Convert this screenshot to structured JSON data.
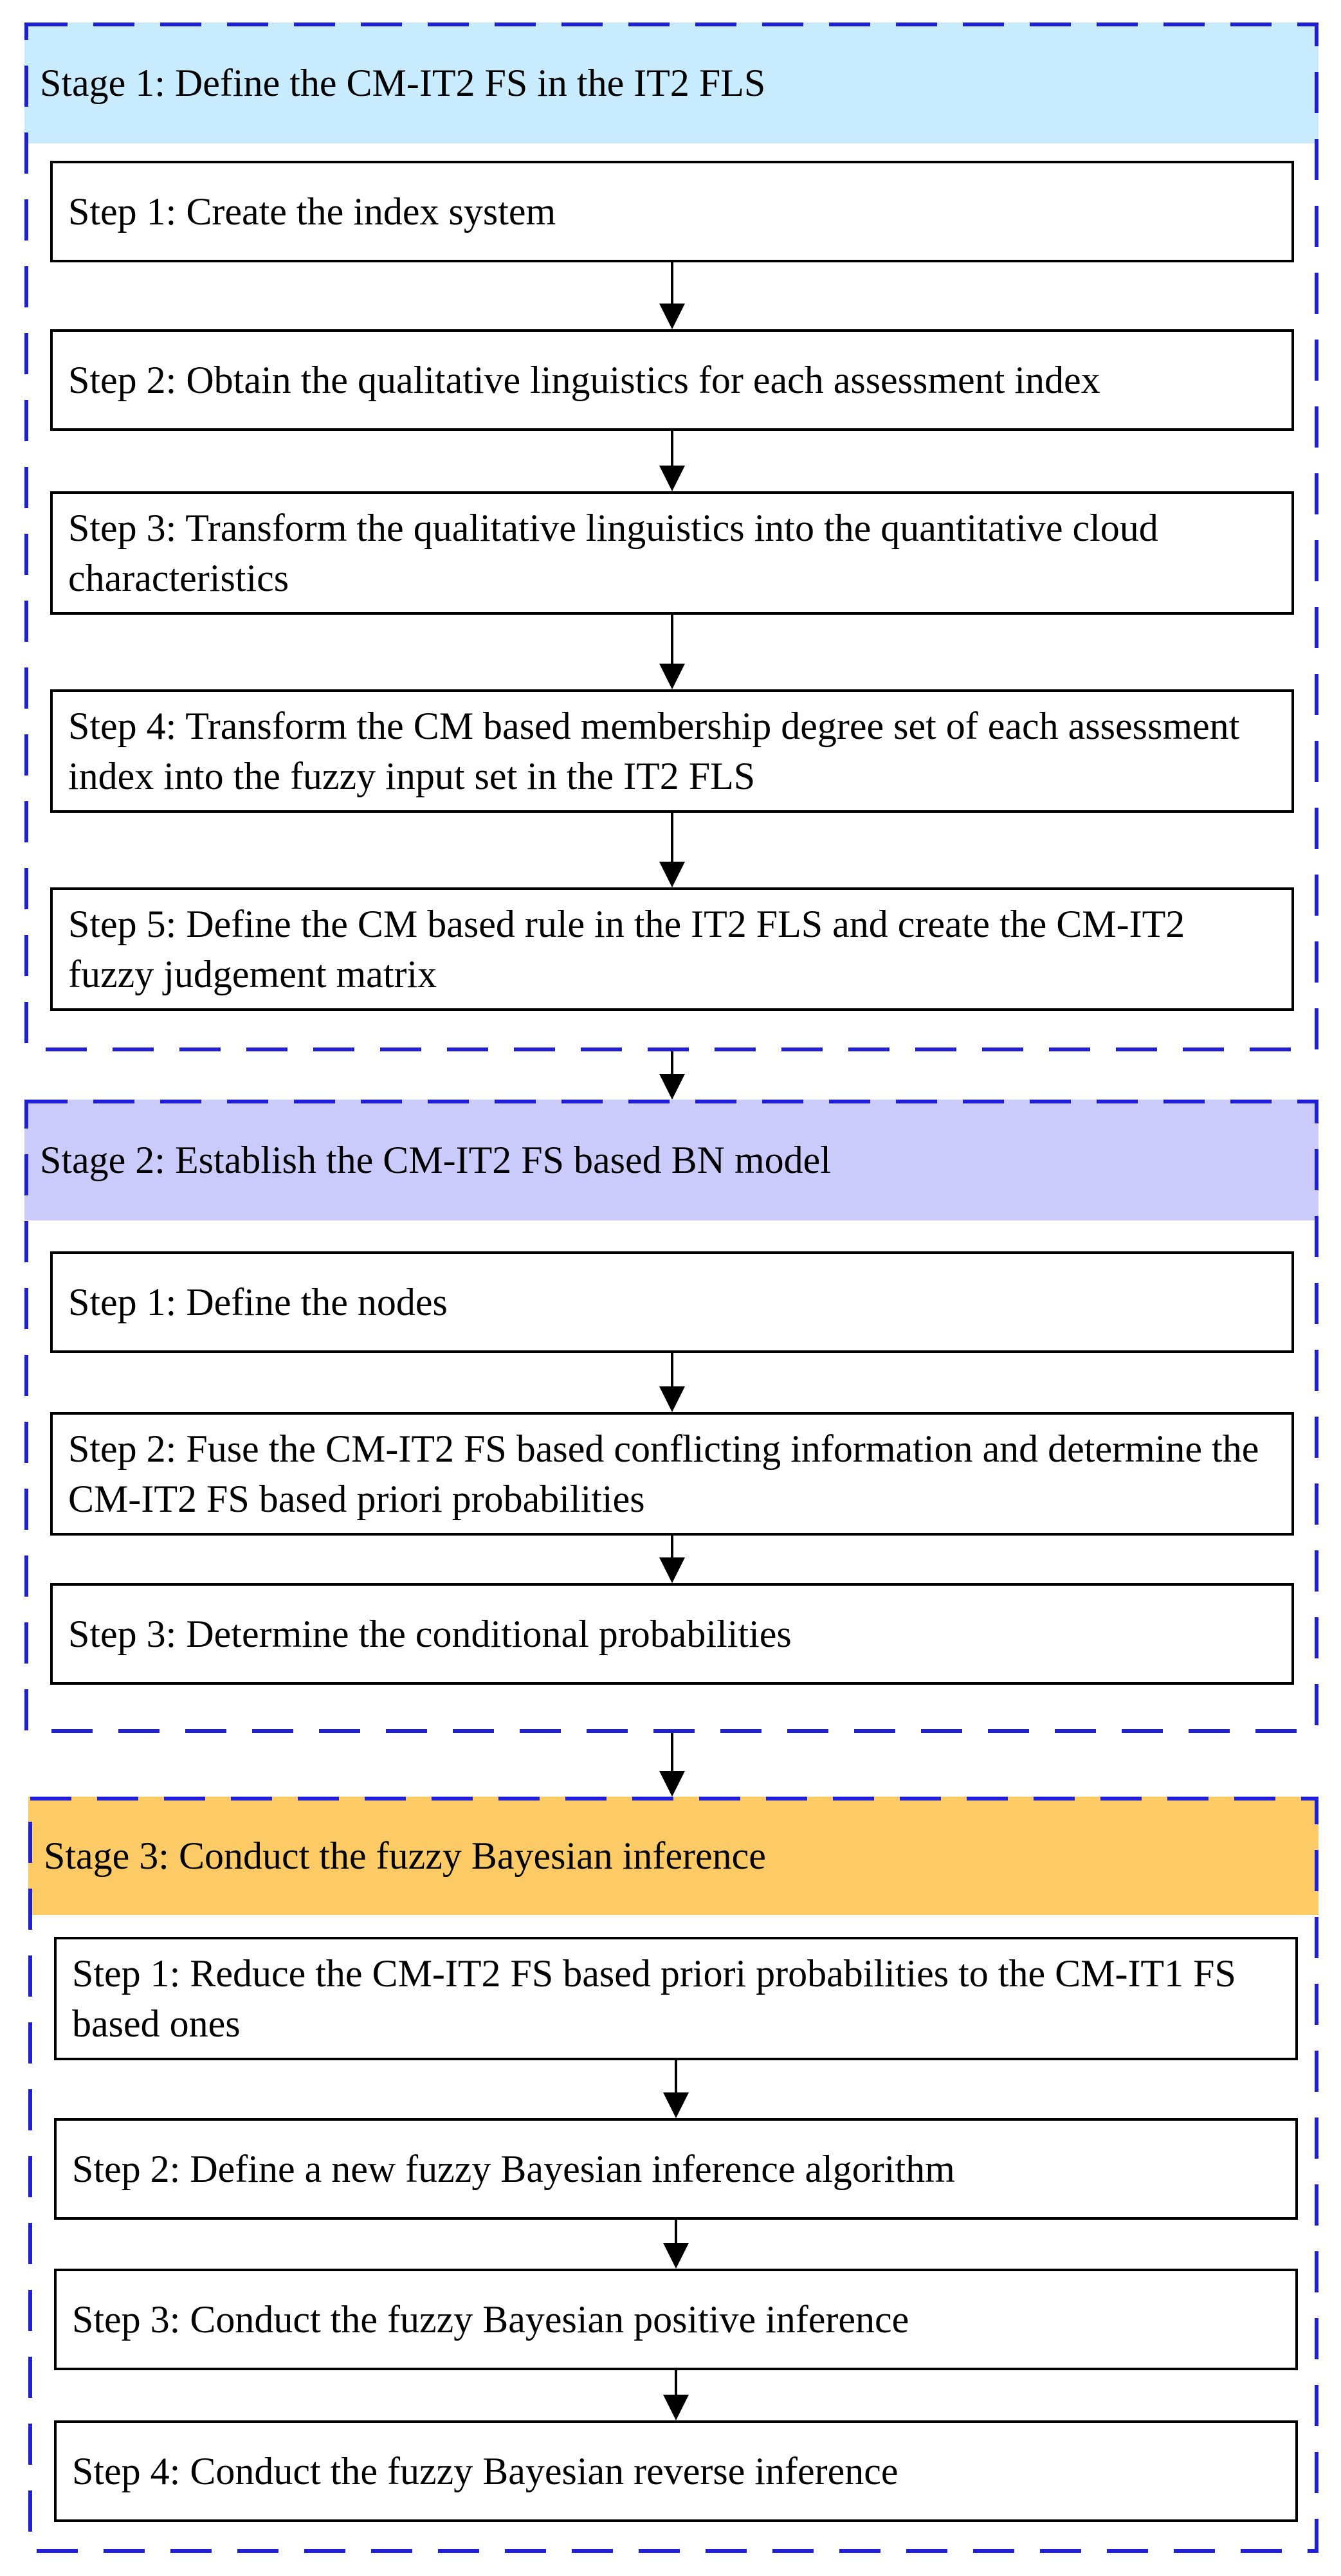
{
  "colors": {
    "dash_border": "#1f1fd6",
    "stage1_header": "#c8ecfd",
    "stage2_header": "#cbcbfb",
    "stage3_header": "#fdcb66",
    "step_border": "#000000"
  },
  "stages": [
    {
      "title": "Stage 1: Define the CM-IT2 FS in the IT2 FLS",
      "steps": [
        "Step 1: Create the index system",
        "Step 2: Obtain the qualitative linguistics for each assessment index",
        "Step 3: Transform the qualitative linguistics into the quantitative cloud characteristics",
        "Step 4: Transform the CM based membership degree set of each assessment index into the fuzzy input set in the IT2 FLS",
        "Step 5: Define the CM based rule in the IT2 FLS and create the CM-IT2 fuzzy judgement matrix"
      ]
    },
    {
      "title": "Stage 2: Establish the CM-IT2 FS based BN model",
      "steps": [
        "Step 1: Define the nodes",
        "Step 2: Fuse the CM-IT2 FS based conflicting information and determine the CM-IT2 FS based priori probabilities",
        "Step 3: Determine the conditional probabilities"
      ]
    },
    {
      "title": "Stage 3: Conduct the fuzzy Bayesian inference",
      "steps": [
        "Step 1: Reduce the CM-IT2 FS based priori probabilities to the CM-IT1 FS based ones",
        "Step 2: Define a new fuzzy Bayesian inference algorithm",
        "Step 3: Conduct the fuzzy Bayesian positive inference",
        "Step 4: Conduct the fuzzy Bayesian reverse inference"
      ]
    }
  ]
}
